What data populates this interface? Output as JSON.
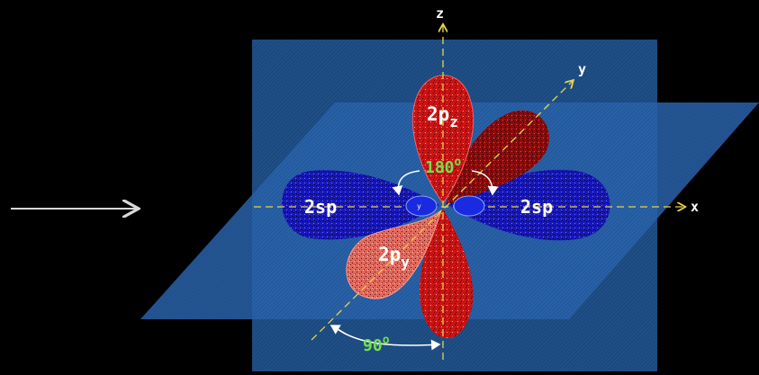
{
  "axes": {
    "z": "z",
    "y": "y",
    "x": "x"
  },
  "orbitals": {
    "pz": {
      "base": "2p",
      "sub": "z"
    },
    "py": {
      "base": "2p",
      "sub": "y"
    },
    "sp_left": "2sp",
    "sp_right": "2sp",
    "small_lobe_label": "y"
  },
  "angles": {
    "top": {
      "value": "180",
      "unit": "o"
    },
    "bottom": {
      "value": "90",
      "unit": "o"
    }
  },
  "colors": {
    "background": "#000000",
    "vertical_plane": "#1f4f86",
    "horizontal_plane": "#2a64ad",
    "red_lobe": "#c81414",
    "red_lobe_light": "#e86a5e",
    "blue_lobe": "#1a1ac8",
    "axis": "#e6d44a",
    "angle_text": "#74e04a",
    "label_text": "#ffffff",
    "arrow": "#d8d8d8"
  }
}
